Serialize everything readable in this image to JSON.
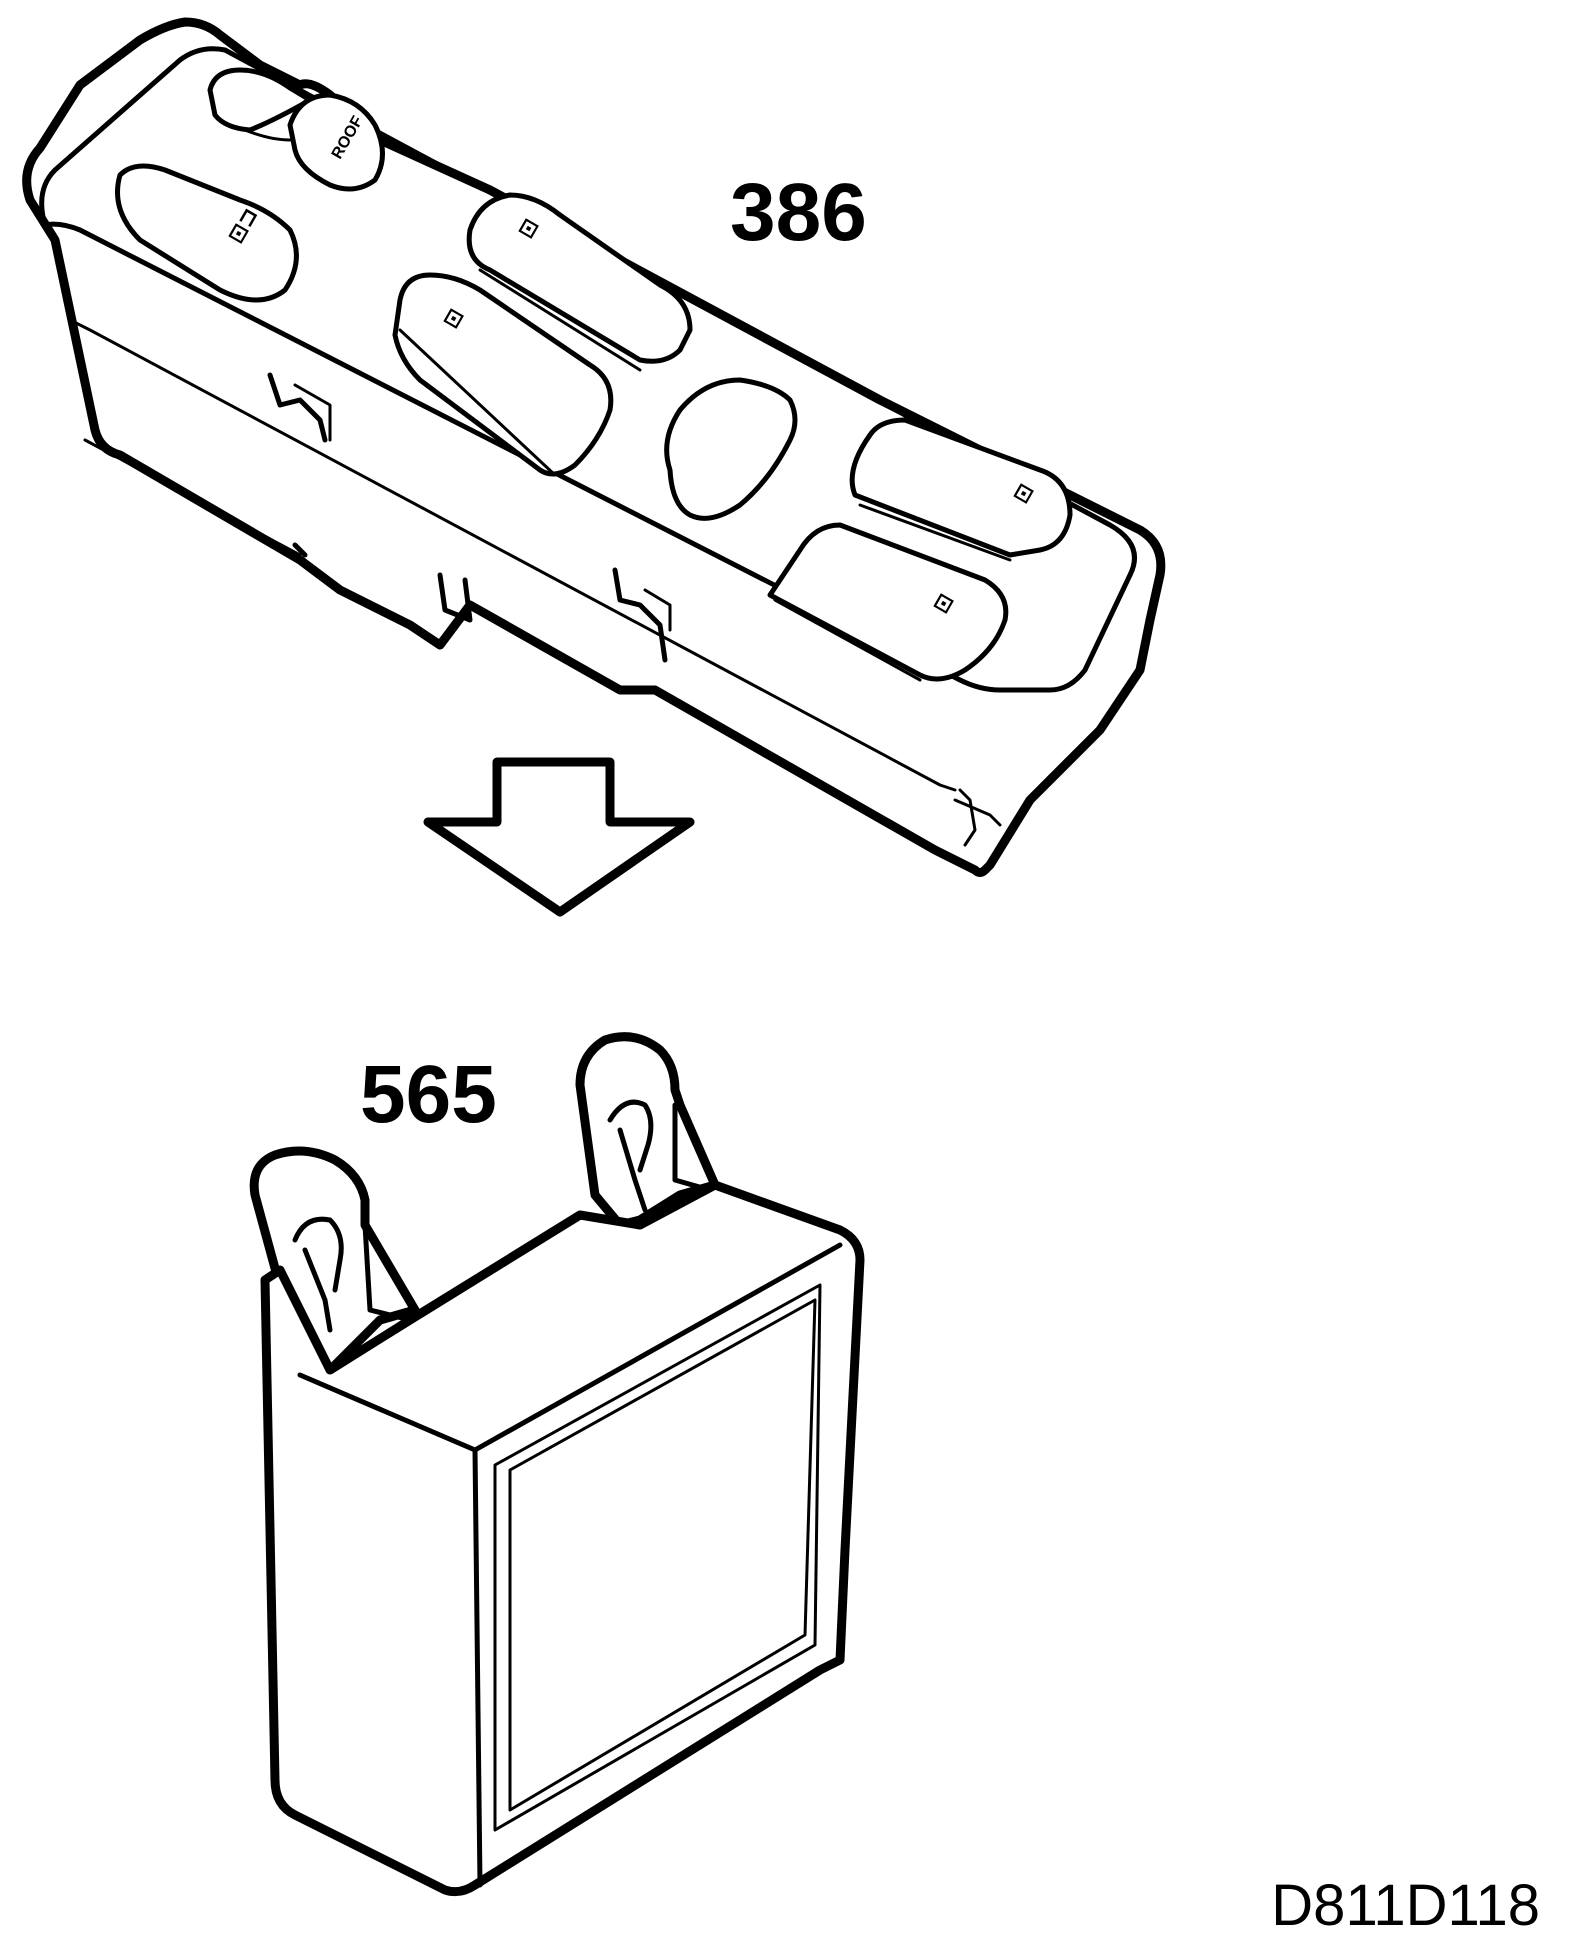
{
  "labels": {
    "switch_part": "386",
    "relay_part": "565",
    "drawing_code": "D811D118"
  },
  "switch_buttons": {
    "roof": "ROOF"
  },
  "colors": {
    "ink": "#000000",
    "paper": "#ffffff"
  }
}
